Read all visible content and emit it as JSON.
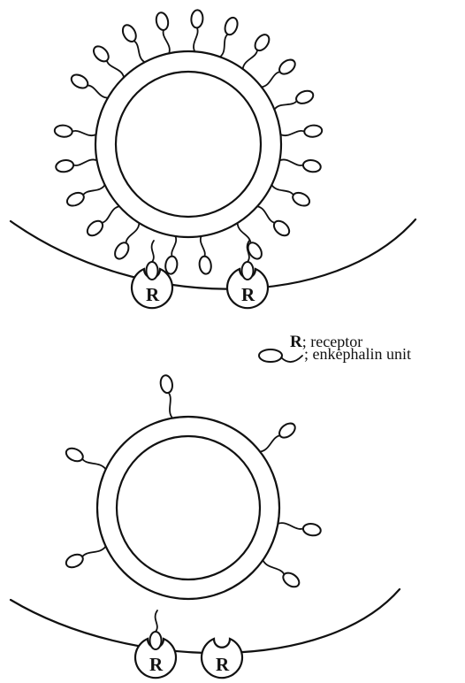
{
  "legend": {
    "receptor_symbol": "R",
    "receptor_text": "; receptor",
    "unit_text": "; enkephalin unit"
  },
  "receptor_label": "R",
  "colors": {
    "ink": "#111111",
    "background": "#ffffff"
  },
  "icons": {
    "unit": "enkephalin-unit-icon",
    "receptor": "receptor-icon"
  }
}
